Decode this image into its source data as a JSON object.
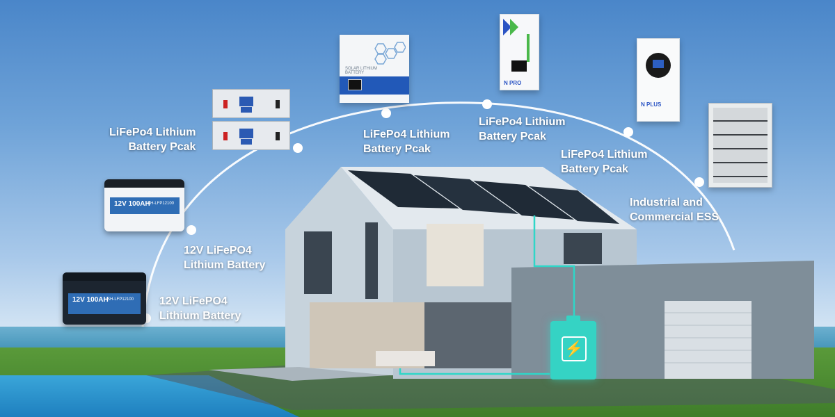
{
  "labels": {
    "battery_12v_lower": [
      "12V LiFePO4",
      "Lithium Battery"
    ],
    "battery_12v_upper": [
      "12V LiFePO4",
      "Lithium Battery"
    ],
    "rack_pack": [
      "LiFePo4 Lithium",
      "Battery Pcak"
    ],
    "wall_pack_1": [
      "LiFePo4 Lithium",
      "Battery Pcak"
    ],
    "wall_pack_2": [
      "LiFePo4 Lithium",
      "Battery Pcak"
    ],
    "wall_pack_3": [
      "LiFePo4 Lithium",
      "Battery Pcak"
    ],
    "industrial": [
      "Industrial and",
      "Commercial ESS"
    ]
  },
  "products": {
    "battery_text": "12V 100AH",
    "battery_model": "SH-LFP12100",
    "inverter_text": "SOLAR LITHIUM BATTERY",
    "wall_brand_1": "N PRO",
    "wall_brand_2": "N PLUS"
  },
  "colors": {
    "arc": "#ffffff",
    "connector": "#2fd6c8",
    "battery_icon": "#35d3c4"
  }
}
